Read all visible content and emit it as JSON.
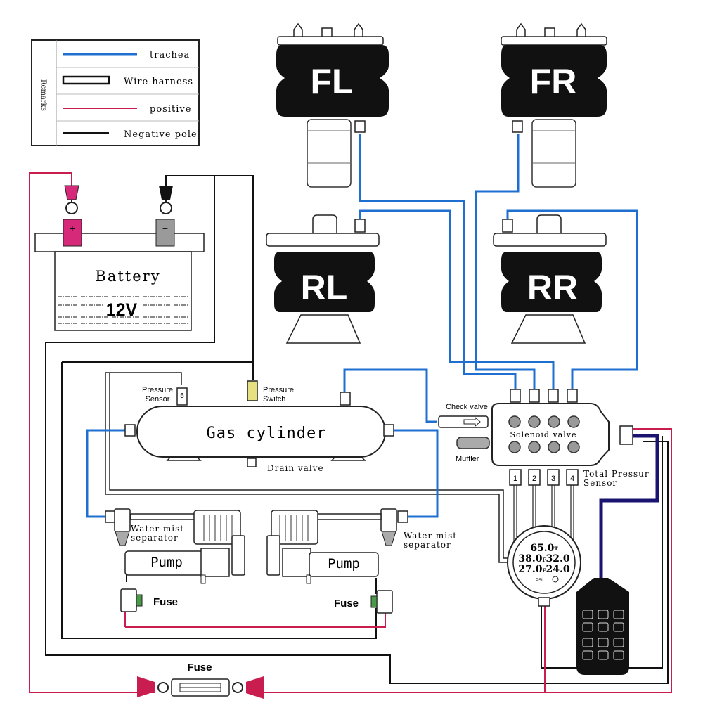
{
  "legend": {
    "heading": "Remarks",
    "items": [
      {
        "label": "trachea",
        "color": "#1f6fd1",
        "style": "line"
      },
      {
        "label": "Wire harness",
        "color": "#111111",
        "style": "hollow"
      },
      {
        "label": "positive",
        "color": "#c81d4e",
        "style": "line"
      },
      {
        "label": "Negative pole",
        "color": "#111111",
        "style": "line"
      }
    ]
  },
  "air_springs": {
    "fl": "FL",
    "fr": "FR",
    "rl": "RL",
    "rr": "RR"
  },
  "battery": {
    "title": "Battery",
    "voltage": "12V",
    "positive_symbol": "+",
    "negative_symbol": "−"
  },
  "tank": {
    "label": "Gas cylinder",
    "pressure_sensor": [
      "Pressure",
      "Sensor"
    ],
    "pressure_sensor_tag": "5",
    "pressure_switch": [
      "Pressure",
      "Switch"
    ],
    "drain_valve": "Drain valve"
  },
  "valve_block": {
    "check_valve": "Check valve",
    "label": "Solenoid valve",
    "muffler": "Muffler",
    "port_numbers": [
      "1",
      "2",
      "3",
      "4"
    ],
    "total_pressure_sensor": [
      "Total Pressur",
      "Sensor"
    ]
  },
  "pumps": {
    "left_label": "Pump",
    "right_label": "Pump",
    "left_separator": [
      "Water mist",
      "separator"
    ],
    "right_separator": [
      "Water mist",
      "separator"
    ],
    "left_fuse": "Fuse",
    "right_fuse": "Fuse"
  },
  "gauge": {
    "top": "65.0",
    "top_unit": "T",
    "mid_left": "38.0",
    "mid_unit": "F",
    "mid_right": "32.0",
    "bottom_left": "27.0",
    "bottom_unit": "F",
    "bottom_right": "24.0",
    "unit": "PSI"
  },
  "main_fuse": "Fuse",
  "colors": {
    "air_line": "#1f6fd1",
    "positive": "#c81d4e",
    "negative": "#111111",
    "remote_cable": "#1a1470",
    "component_dark": "#111111"
  }
}
